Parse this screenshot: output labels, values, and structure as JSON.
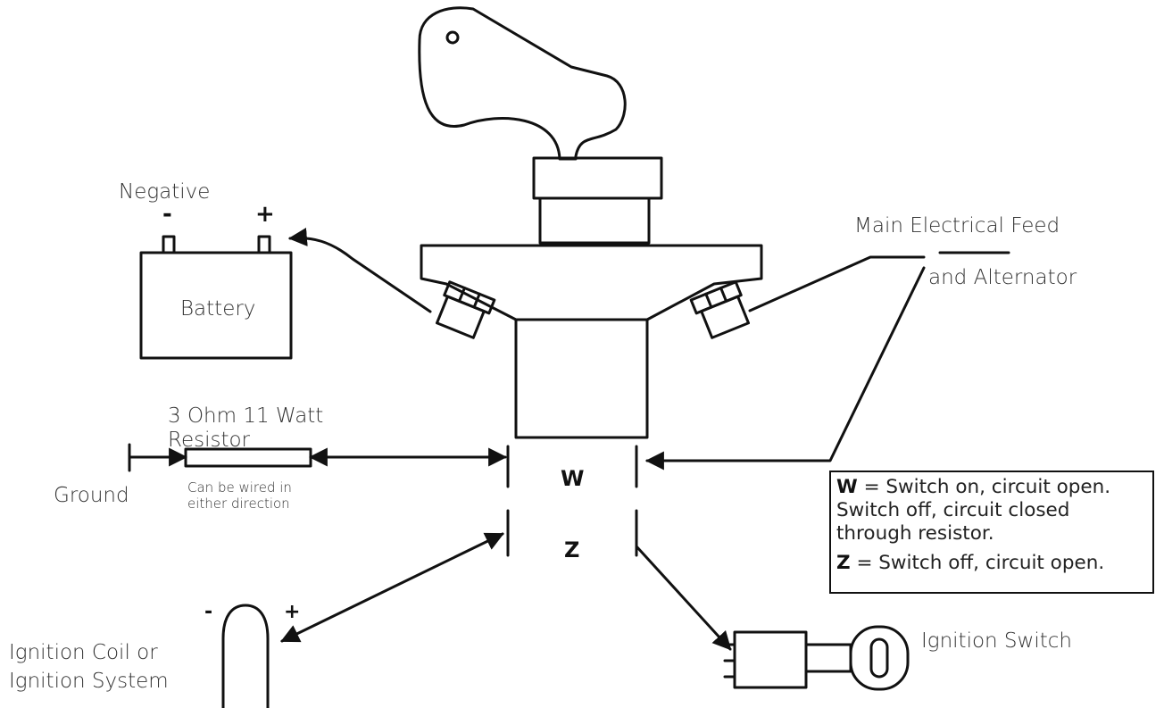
{
  "labels": {
    "negative": "Negative",
    "minus": "-",
    "plus": "+",
    "battery": "Battery",
    "main_feed": "Main Electrical Feed",
    "alternator": "and Alternator",
    "resistor_line1": "3 Ohm 11 Watt",
    "resistor_line2": "Resistor",
    "ground": "Ground",
    "wired_line1": "Can be wired in",
    "wired_line2": "either direction",
    "terminal_w": "W",
    "terminal_z": "Z",
    "coil_minus": "-",
    "coil_plus": "+",
    "coil_line1": "Ignition Coil or",
    "coil_line2": "Ignition System",
    "ignition_switch": "Ignition Switch"
  },
  "legend": {
    "w_key": "W",
    "w_text": "= Switch on, circuit open.",
    "w_line2": "Switch off, circuit closed",
    "w_line3": "through resistor.",
    "z_key": "Z",
    "z_text": "= Switch off, circuit open."
  },
  "colors": {
    "line": "#111111",
    "text": "#333333"
  }
}
